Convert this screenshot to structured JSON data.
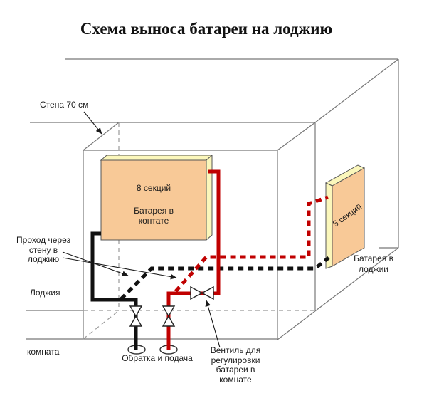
{
  "title": "Схема выноса батареи на лоджию",
  "labels": {
    "wall": "Стена 70 см",
    "passage": "Проход через\nстену в\nлоджию",
    "loggia": "Лоджия",
    "room": "комната",
    "return_supply": "Обратка и подача",
    "regulating_valve": "Вентиль для\nрегулировки\nбатареи в\nкомнате"
  },
  "room_radiator": {
    "sections": "8 секций",
    "name": "Батарея в\nконтате"
  },
  "loggia_radiator": {
    "sections": "5 секций",
    "name": "Батарея в\nлоджии"
  },
  "colors": {
    "supply_pipe": "#c00000",
    "return_pipe": "#111111",
    "radiator_face": "#f8c997",
    "radiator_side": "#fbf7bb",
    "structure_line": "#787878",
    "hidden_line": "#999999"
  }
}
